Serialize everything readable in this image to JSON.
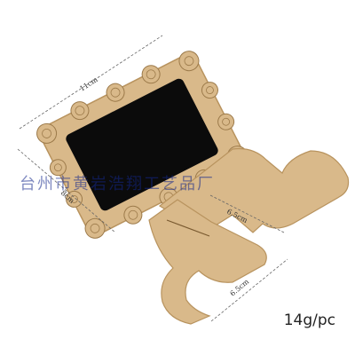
{
  "product": {
    "dimensions": {
      "chalkboard_width": "11cm",
      "chalkboard_height": "8cm",
      "stand_top": "6.5cm",
      "stand_side": "6.5cm"
    },
    "weight_label": "14g/pc",
    "watermark": "台州市黄岩浩翔工艺品厂"
  },
  "colors": {
    "wood": "#d9b98a",
    "wood_edge": "#b8935e",
    "chalkboard": "#0b0b0b",
    "dimension_line": "#666666",
    "watermark": "#1e2f8c"
  }
}
